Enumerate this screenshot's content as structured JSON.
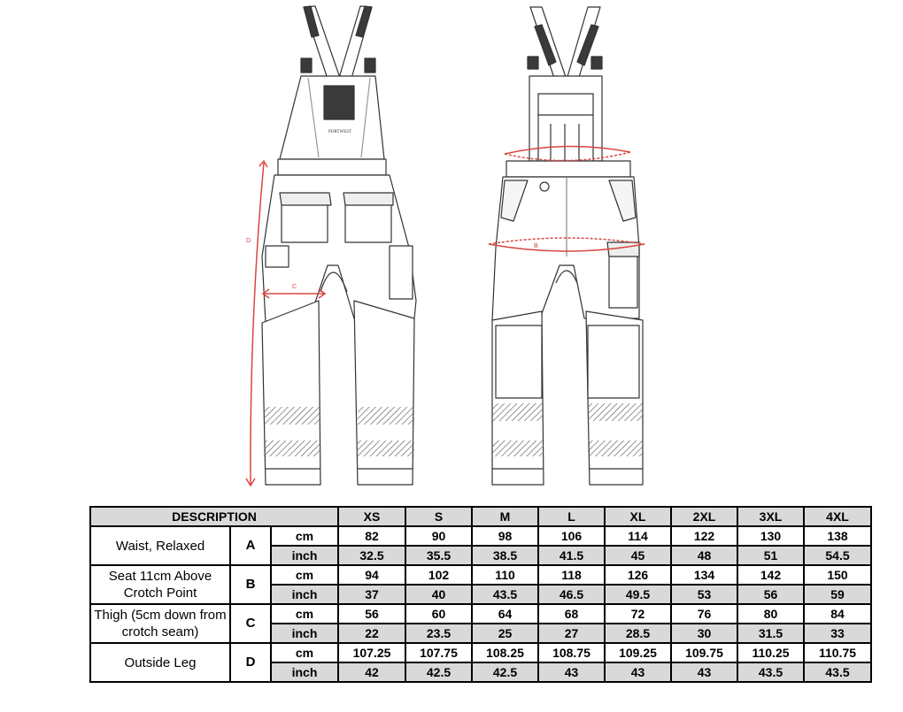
{
  "figure": {
    "brand_label": "PORTWEST",
    "dimension_labels": {
      "b": "B",
      "c": "C",
      "d": "D"
    }
  },
  "table": {
    "header": {
      "description": "DESCRIPTION",
      "sizes": [
        "XS",
        "S",
        "M",
        "L",
        "XL",
        "2XL",
        "3XL",
        "4XL"
      ]
    },
    "rows": [
      {
        "description": "Waist, Relaxed",
        "letter": "A",
        "cm": {
          "unit": "cm",
          "values": [
            "82",
            "90",
            "98",
            "106",
            "114",
            "122",
            "130",
            "138"
          ]
        },
        "inch": {
          "unit": "inch",
          "values": [
            "32.5",
            "35.5",
            "38.5",
            "41.5",
            "45",
            "48",
            "51",
            "54.5"
          ]
        }
      },
      {
        "description": "Seat 11cm Above Crotch Point",
        "letter": "B",
        "cm": {
          "unit": "cm",
          "values": [
            "94",
            "102",
            "110",
            "118",
            "126",
            "134",
            "142",
            "150"
          ]
        },
        "inch": {
          "unit": "inch",
          "values": [
            "37",
            "40",
            "43.5",
            "46.5",
            "49.5",
            "53",
            "56",
            "59"
          ]
        }
      },
      {
        "description": "Thigh (5cm down from crotch seam)",
        "letter": "C",
        "cm": {
          "unit": "cm",
          "values": [
            "56",
            "60",
            "64",
            "68",
            "72",
            "76",
            "80",
            "84"
          ]
        },
        "inch": {
          "unit": "inch",
          "values": [
            "22",
            "23.5",
            "25",
            "27",
            "28.5",
            "30",
            "31.5",
            "33"
          ]
        }
      },
      {
        "description": "Outside Leg",
        "letter": "D",
        "cm": {
          "unit": "cm",
          "values": [
            "107.25",
            "107.75",
            "108.25",
            "108.75",
            "109.25",
            "109.75",
            "110.25",
            "110.75"
          ]
        },
        "inch": {
          "unit": "inch",
          "values": [
            "42",
            "42.5",
            "42.5",
            "43",
            "43",
            "43",
            "43.5",
            "43.5"
          ]
        }
      }
    ]
  },
  "colors": {
    "measure_line": "#d9453f",
    "strap": "#3a3a3a",
    "header_fill": "#d9d9d9"
  }
}
